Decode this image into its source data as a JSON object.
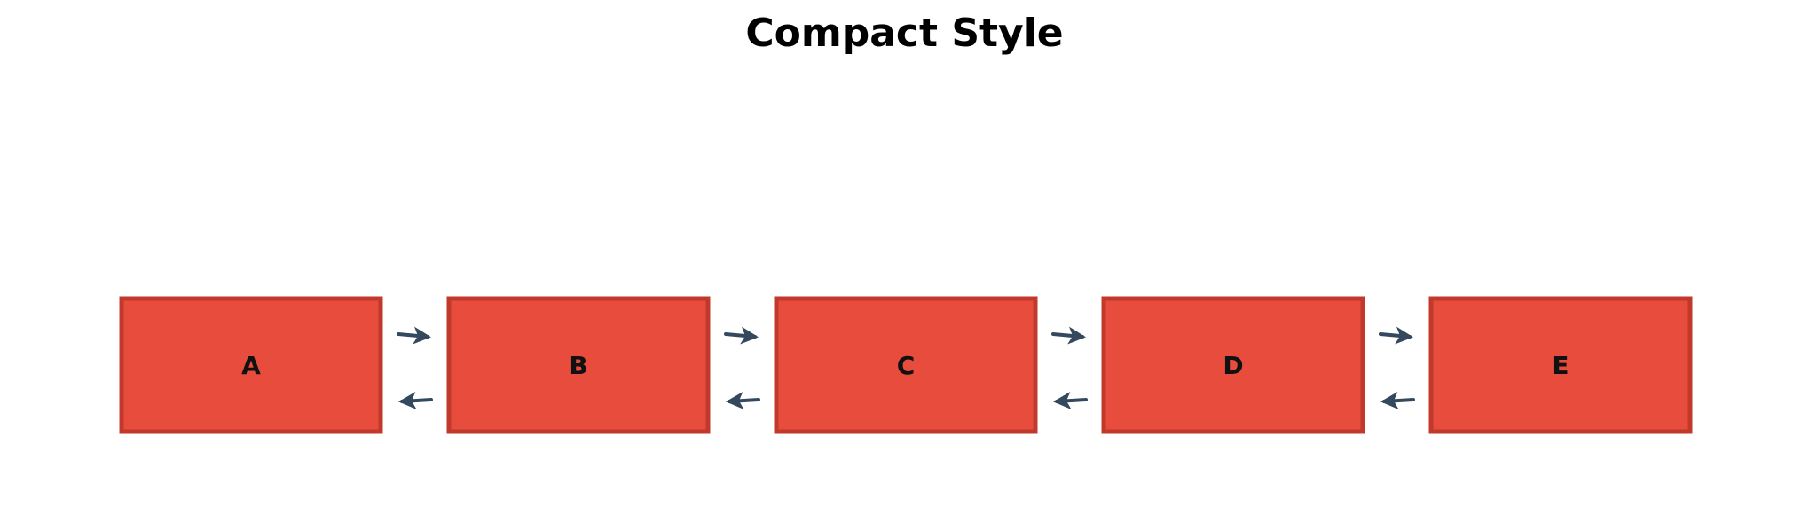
{
  "title": "Compact Style",
  "colors": {
    "node_fill": "#e74c3c",
    "node_border": "#c0392b",
    "label_text": "#111111",
    "arrow": "#34495e"
  },
  "nodes": [
    {
      "id": "A",
      "label": "A"
    },
    {
      "id": "B",
      "label": "B"
    },
    {
      "id": "C",
      "label": "C"
    },
    {
      "id": "D",
      "label": "D"
    },
    {
      "id": "E",
      "label": "E"
    }
  ],
  "edges": [
    {
      "from": "A",
      "to": "B"
    },
    {
      "from": "B",
      "to": "A"
    },
    {
      "from": "B",
      "to": "C"
    },
    {
      "from": "C",
      "to": "B"
    },
    {
      "from": "C",
      "to": "D"
    },
    {
      "from": "D",
      "to": "C"
    },
    {
      "from": "D",
      "to": "E"
    },
    {
      "from": "E",
      "to": "D"
    }
  ]
}
